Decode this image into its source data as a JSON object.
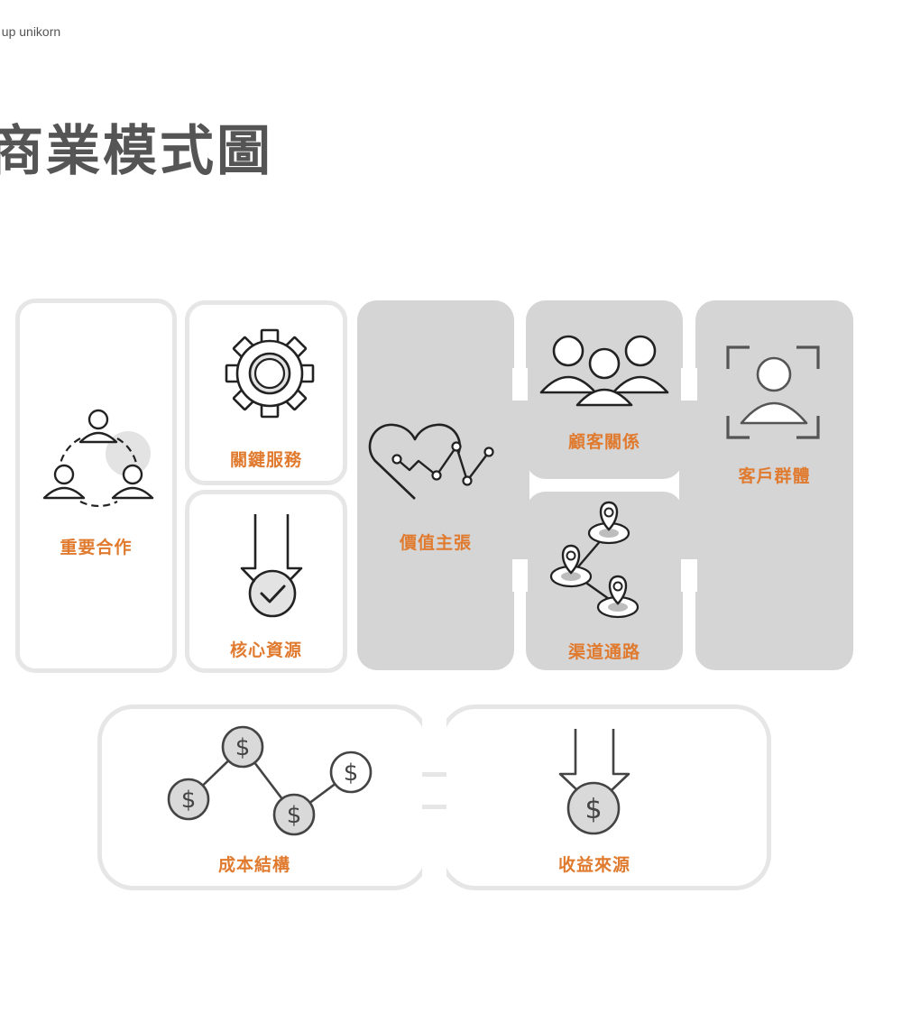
{
  "brand": "t up unikorn",
  "title": "商業模式圖",
  "blocks": {
    "key_partners": {
      "label": "重要合作",
      "icon": "people-network-icon"
    },
    "key_activities": {
      "label": "關鍵服務",
      "icon": "gear-icon"
    },
    "key_resources": {
      "label": "核心資源",
      "icon": "arrow-down-check-icon"
    },
    "value_propositions": {
      "label": "價值主張",
      "icon": "heart-chart-icon"
    },
    "customer_relationships": {
      "label": "顧客關係",
      "icon": "group-icon"
    },
    "channels": {
      "label": "渠道通路",
      "icon": "map-pins-icon"
    },
    "customer_segments": {
      "label": "客戶群體",
      "icon": "user-focus-icon"
    },
    "cost_structure": {
      "label": "成本結構",
      "icon": "dollar-network-icon"
    },
    "revenue_streams": {
      "label": "收益來源",
      "icon": "dollar-arrow-icon"
    }
  },
  "colors": {
    "label": "#e07a2e",
    "outline": "#e6e6e6",
    "fill": "#d5d5d6",
    "icon_stroke": "#222222",
    "icon_shade": "#e3e3e3"
  }
}
